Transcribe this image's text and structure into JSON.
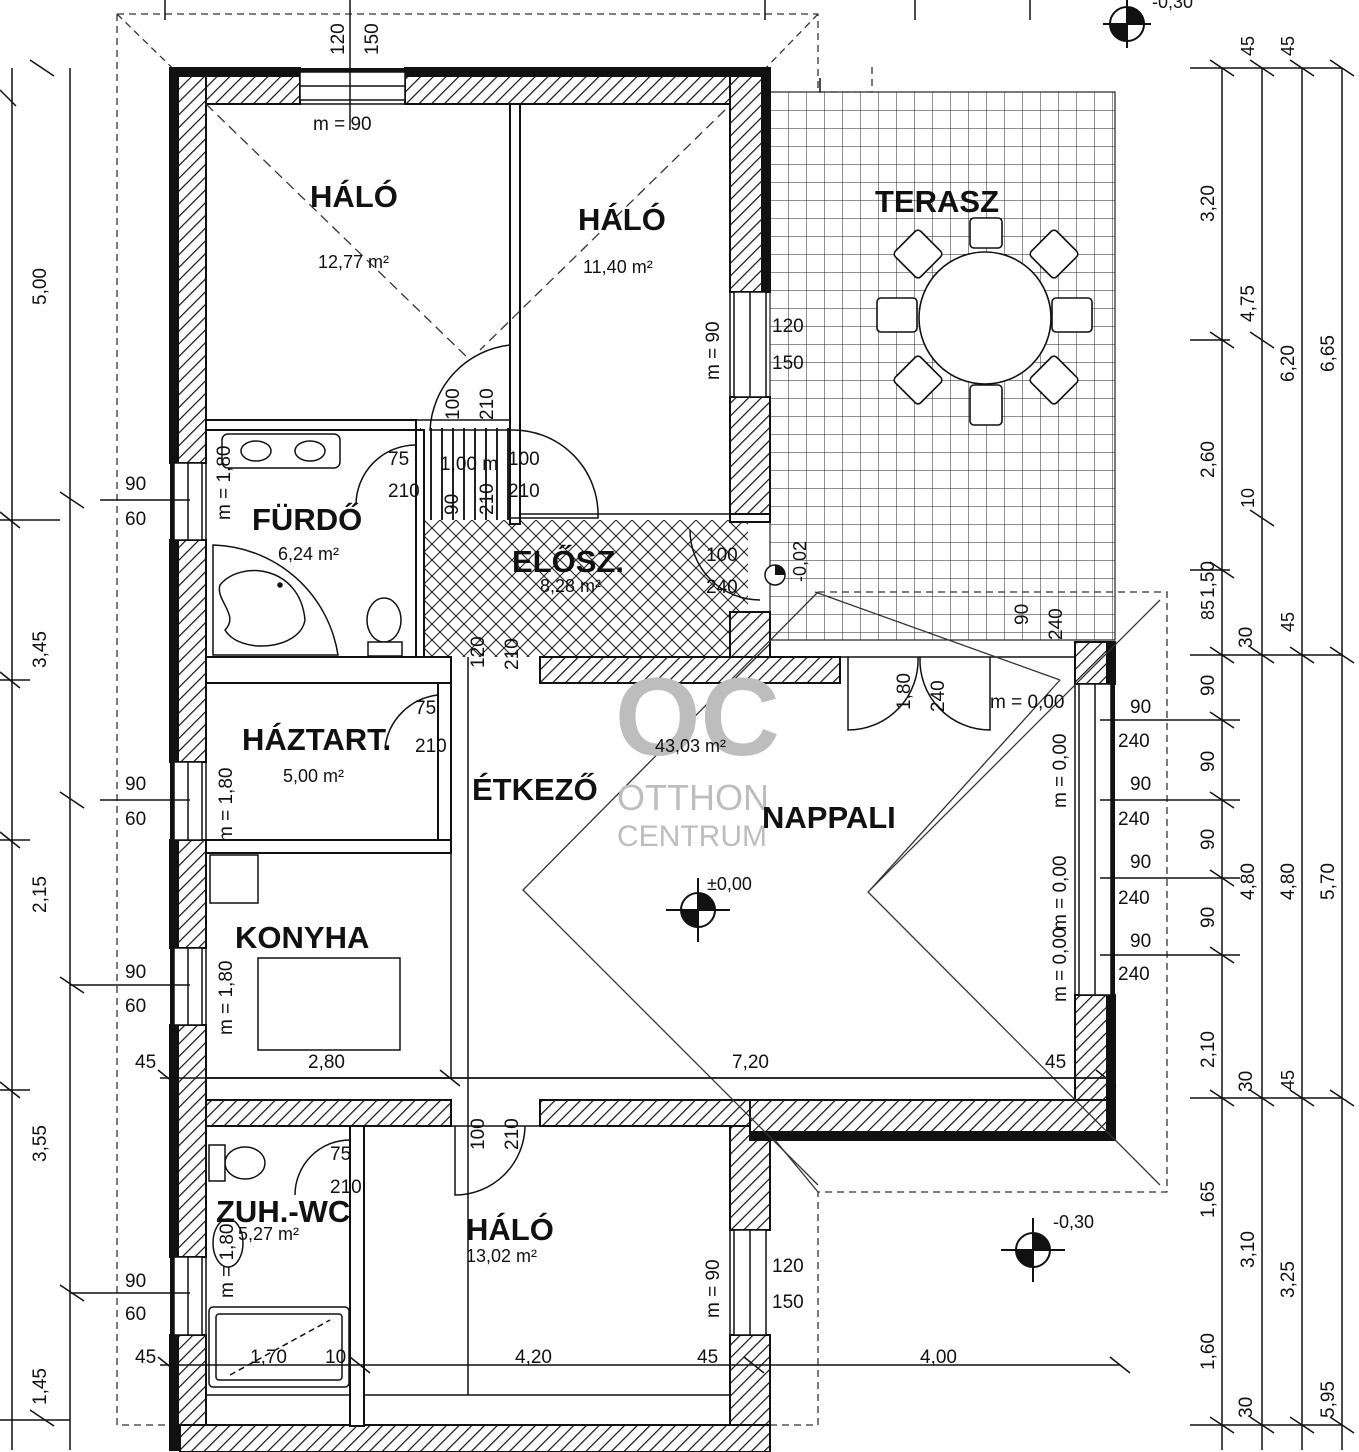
{
  "rooms": {
    "halo1": {
      "name": "HÁLÓ",
      "area": "12,77 m²"
    },
    "halo2": {
      "name": "HÁLÓ",
      "area": "11,40 m²"
    },
    "terasz": {
      "name": "TERASZ"
    },
    "furdo": {
      "name": "FÜRDŐ",
      "area": "6,24 m²"
    },
    "elosz": {
      "name": "ELŐSZ.",
      "area": "8,28 m²"
    },
    "haztart": {
      "name": "HÁZTART.",
      "area": "5,00 m²"
    },
    "etkezo": {
      "name": "ÉTKEZŐ"
    },
    "nappali": {
      "name": "NAPPALI",
      "area": "43,03 m²"
    },
    "konyha": {
      "name": "KONYHA"
    },
    "zuhwc": {
      "name": "ZUH.-WC",
      "area": "5,27 m²"
    },
    "halo3": {
      "name": "HÁLÓ",
      "area": "13,02 m²"
    }
  },
  "levels": {
    "top": "-0,30",
    "center": "±0,00",
    "right": "-0,30",
    "door": "-0,02"
  },
  "watermark": {
    "logo": "OC",
    "line1": "OTTHON",
    "line2": "CENTRUM"
  },
  "labels": {
    "top_120": "120",
    "top_150": "150",
    "top_m90": "m = 90",
    "d100": "100",
    "d210": "210",
    "d75": "75",
    "d100b": "100",
    "d210b": "210",
    "d100m": "1,00 m",
    "d90v": "90",
    "d210v": "210",
    "h_120": "120",
    "h_150": "150",
    "h_m90": "m = 90",
    "f_90": "90",
    "f_60": "60",
    "f_m": "m = 1,80",
    "e_100": "100",
    "e_240": "240",
    "e_120v": "120",
    "e_210v": "210",
    "ha_75": "75",
    "ha_210": "210",
    "ha_90": "90",
    "ha_60": "60",
    "ha_m": "m = 1,80",
    "np_180": "1,80",
    "np_240": "240",
    "np_m": "m = 0,00",
    "t_90": "90",
    "t_240": "240",
    "k_90": "90",
    "k_60": "60",
    "k_m": "m = 1,80",
    "k_45": "45",
    "k_280": "2,80",
    "k_720": "7,20",
    "k_45b": "45",
    "z_75": "75",
    "z_210": "210",
    "z_90": "90",
    "z_60": "60",
    "z_m": "m = 1,80",
    "b_100": "100",
    "b_210": "210",
    "h3_90": "m = 90",
    "h3_120": "120",
    "h3_150": "150",
    "b_45": "45",
    "b_170": "1,70",
    "b_10": "10",
    "b_420": "4,20",
    "b_45b": "45",
    "b_400": "4,00",
    "w1_90": "90",
    "w1_240": "240",
    "w2_90": "90",
    "w2_240": "240",
    "w3_90": "90",
    "w3_240": "240",
    "w4_90": "90",
    "w4_240": "240",
    "wm1": "m = 0,00",
    "wm2": "m = 0,00",
    "wm3": "m = 0,00"
  },
  "dims_left": [
    "5,00",
    "3,45",
    "2,15",
    "3,55",
    "1,45"
  ],
  "dims_right1": [
    "3,20",
    "2,60",
    "1,50",
    "30",
    "90",
    "90",
    "90",
    "90",
    "2,10",
    "30",
    "1,65",
    "1,60",
    "30"
  ],
  "dims_right1_top": [
    "45",
    "85",
    "10"
  ],
  "dims_right2": [
    "4,75",
    "4,80",
    "3,10"
  ],
  "dims_right3": [
    "6,20",
    "45",
    "4,80",
    "45",
    "3,25"
  ],
  "dims_right4": [
    "6,65",
    "5,70",
    "5,95"
  ],
  "dims_top_45": [
    "45",
    "45"
  ]
}
